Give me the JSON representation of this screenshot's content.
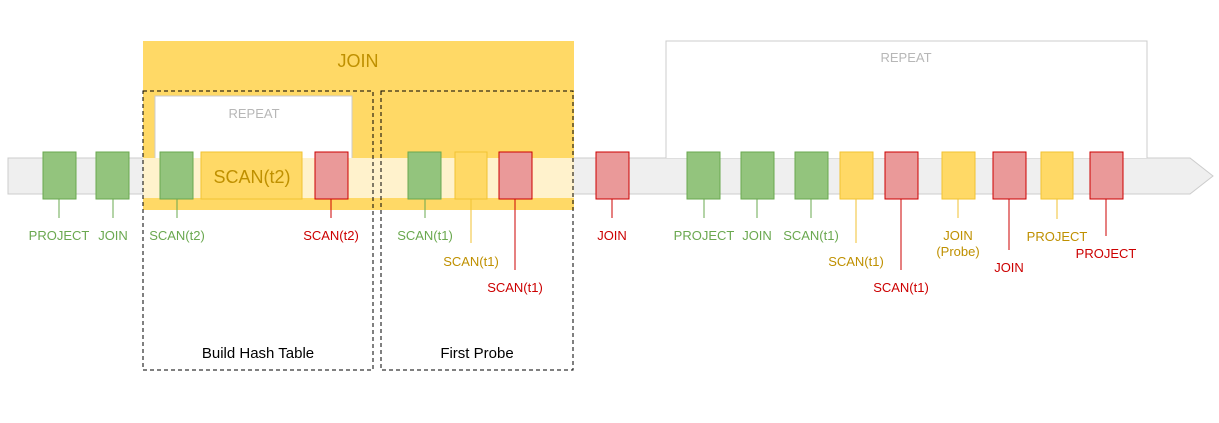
{
  "colors": {
    "green_fill": "#93c47d",
    "green_stroke": "#6aa84f",
    "green_text": "#6aa84f",
    "yellow_fill": "#ffd966",
    "yellow_stroke": "#f1c232",
    "yellow_text": "#bf9000",
    "red_fill": "#ea9999",
    "red_stroke": "#cc0000",
    "red_text": "#cc0000",
    "arrow_fill": "#efefef",
    "arrow_stroke": "#cccccc",
    "arrow_highlight": "#fff2cc",
    "join_region": "#ffd966",
    "repeat_text": "#b7b7b7",
    "repeat_stroke": "#cccccc",
    "dashed_stroke": "#000000",
    "join_title_text": "#bf9000"
  },
  "join_title": "JOIN",
  "inner_repeat_label": "REPEAT",
  "outer_repeat_label": "REPEAT",
  "scan_t2_block_label": "SCAN(t2)",
  "build_hash_table_label": "Build Hash Table",
  "first_probe_label": "First Probe",
  "labels": {
    "project_1": "PROJECT",
    "join_1": "JOIN",
    "scan_t2_green": "SCAN(t2)",
    "scan_t2_red": "SCAN(t2)",
    "scan_t1_green_1": "SCAN(t1)",
    "scan_t1_yellow_1": "SCAN(t1)",
    "scan_t1_red_1": "SCAN(t1)",
    "join_red_1": "JOIN",
    "project_2": "PROJECT",
    "join_2": "JOIN",
    "scan_t1_green_2": "SCAN(t1)",
    "scan_t1_yellow_2": "SCAN(t1)",
    "scan_t1_red_2": "SCAN(t1)",
    "join_probe_line1": "JOIN",
    "join_probe_line2": "(Probe)",
    "join_red_2": "JOIN",
    "project_yellow": "PROJECT",
    "project_red": "PROJECT"
  }
}
